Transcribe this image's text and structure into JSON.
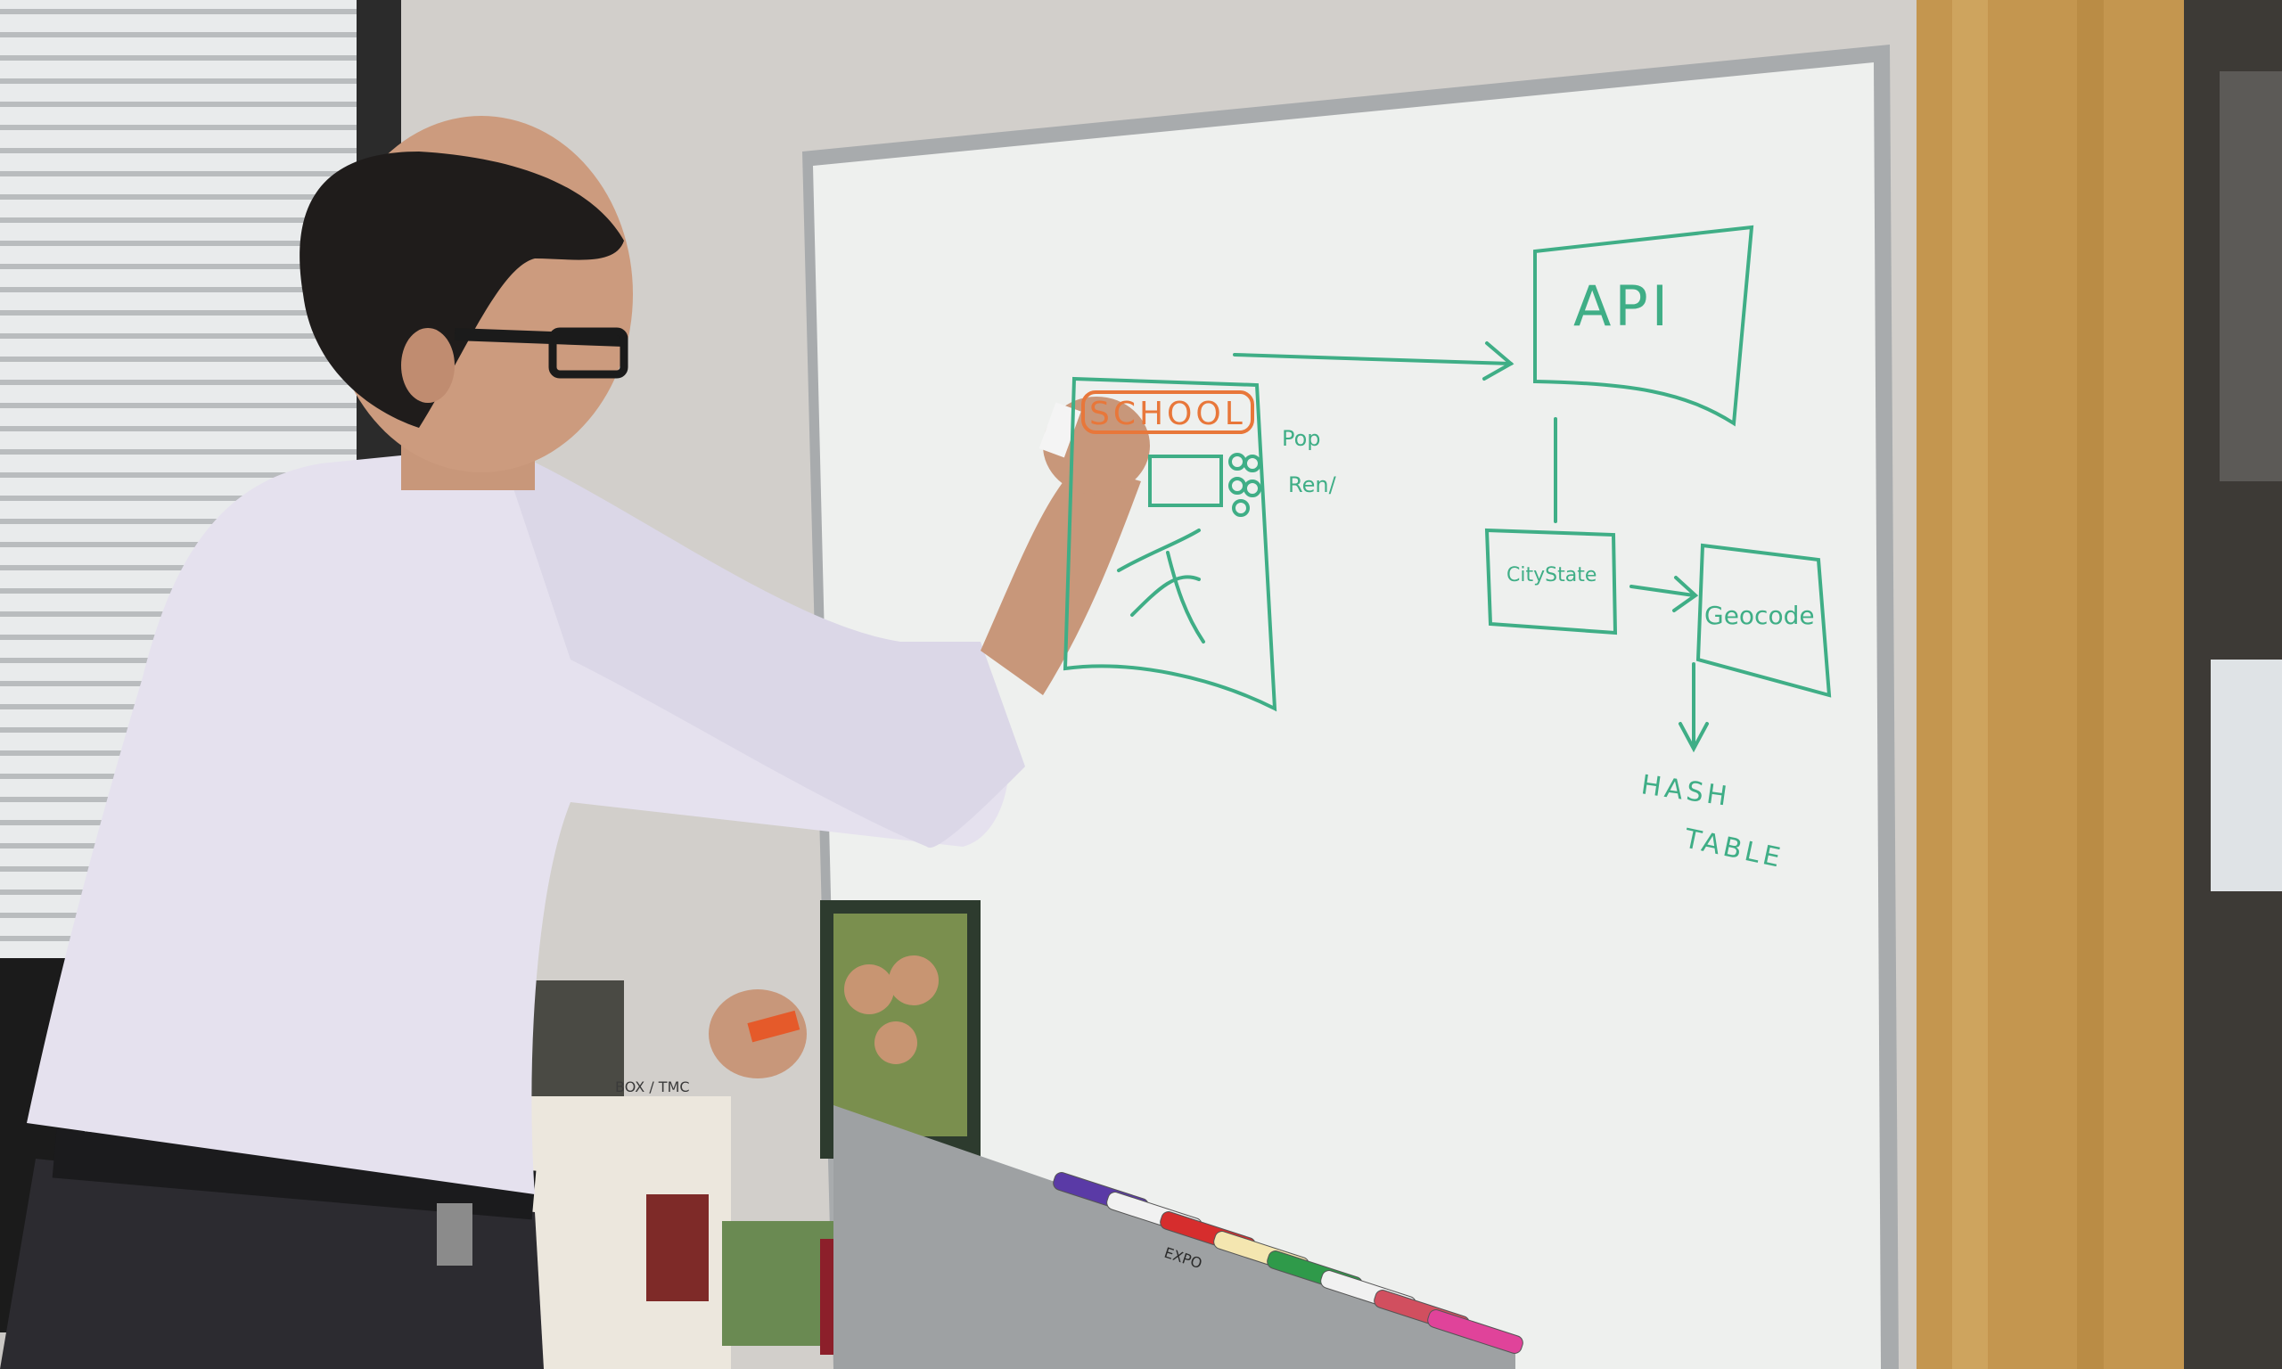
{
  "scene": {
    "subject": "person-at-whiteboard",
    "colors": {
      "wall": "#cfccc8",
      "board": "#eef0ee",
      "board_frame": "#a9acae",
      "marker_green": "#3fae86",
      "marker_orange": "#e8773a",
      "shirt": "#e7e3f0",
      "door_wood": "#c79a55"
    }
  },
  "whiteboard": {
    "api_label": "API",
    "school_label": "SCHOOL",
    "side_note_1": "Pop",
    "side_note_2": "Ren/",
    "city_state_label": "CityState",
    "geocode_label": "Geocode",
    "hash_label": "HASH",
    "table_label": "TABLE"
  },
  "shelf": {
    "box_label": "BOX / TMC",
    "marker_brand": "EXPO"
  }
}
